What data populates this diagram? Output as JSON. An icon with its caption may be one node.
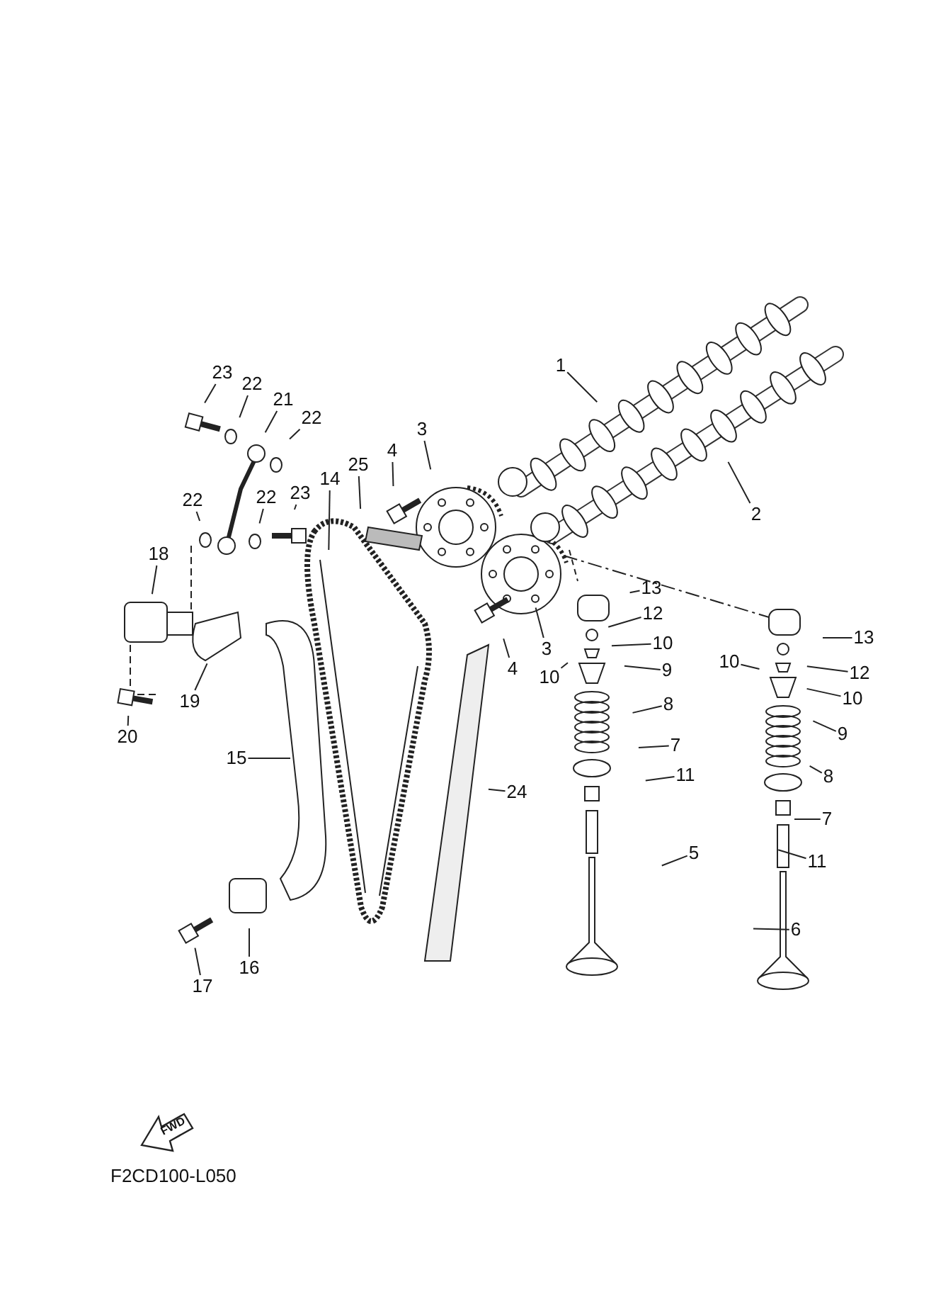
{
  "diagram": {
    "nodes": [
      {
        "text": [
          "23"
        ]
      },
      {
        "text": [
          "1"
        ]
      },
      {
        "text": [
          "22"
        ]
      },
      {
        "text": [
          "21"
        ]
      },
      {
        "text": [
          "22"
        ]
      },
      {
        "text": [
          "3"
        ]
      },
      {
        "text": [
          "4"
        ]
      },
      {
        "text": [
          "25"
        ]
      },
      {
        "text": [
          "14"
        ]
      },
      {
        "text": [
          "22"
        ]
      },
      {
        "text": [
          "22"
        ]
      },
      {
        "text": [
          "23"
        ]
      },
      {
        "text": [
          "2"
        ]
      },
      {
        "text": [
          "18"
        ]
      },
      {
        "text": [
          "13"
        ]
      },
      {
        "text": [
          "12"
        ]
      },
      {
        "text": [
          "13"
        ]
      },
      {
        "text": [
          "10"
        ]
      },
      {
        "text": [
          "3"
        ]
      },
      {
        "text": [
          "10"
        ]
      },
      {
        "text": [
          "4"
        ]
      },
      {
        "text": [
          "9"
        ]
      },
      {
        "text": [
          "12"
        ]
      },
      {
        "text": [
          "10"
        ]
      },
      {
        "text": [
          "10"
        ]
      },
      {
        "text": [
          "19"
        ]
      },
      {
        "text": [
          "8"
        ]
      },
      {
        "text": [
          "20"
        ]
      },
      {
        "text": [
          "9"
        ]
      },
      {
        "text": [
          "7"
        ]
      },
      {
        "text": [
          "15"
        ]
      },
      {
        "text": [
          "11"
        ]
      },
      {
        "text": [
          "8"
        ]
      },
      {
        "text": [
          "24"
        ]
      },
      {
        "text": [
          "7"
        ]
      },
      {
        "text": [
          "5"
        ]
      },
      {
        "text": [
          "11"
        ]
      },
      {
        "text": [
          "6"
        ]
      },
      {
        "text": [
          "17"
        ]
      },
      {
        "text": [
          "16"
        ]
      }
    ],
    "edges": [
      {
        "from": 0,
        "to": null,
        "arrow": "none"
      },
      {
        "from": 1,
        "to": null,
        "arrow": "none"
      },
      {
        "from": 2,
        "to": null,
        "arrow": "none"
      },
      {
        "from": 3,
        "to": null,
        "arrow": "none"
      },
      {
        "from": 4,
        "to": null,
        "arrow": "none"
      },
      {
        "from": 5,
        "to": null,
        "arrow": "none"
      },
      {
        "from": 6,
        "to": null,
        "arrow": "none"
      },
      {
        "from": 7,
        "to": null,
        "arrow": "none"
      },
      {
        "from": 8,
        "to": null,
        "arrow": "none"
      },
      {
        "from": 9,
        "to": null,
        "arrow": "none"
      },
      {
        "from": 10,
        "to": null,
        "arrow": "none"
      },
      {
        "from": 11,
        "to": null,
        "arrow": "none"
      },
      {
        "from": 12,
        "to": null,
        "arrow": "none"
      },
      {
        "from": 13,
        "to": null,
        "arrow": "none"
      },
      {
        "from": 14,
        "to": null,
        "arrow": "none"
      },
      {
        "from": 15,
        "to": null,
        "arrow": "none"
      },
      {
        "from": 16,
        "to": null,
        "arrow": "none"
      },
      {
        "from": 17,
        "to": null,
        "arrow": "none"
      },
      {
        "from": 18,
        "to": null,
        "arrow": "none"
      },
      {
        "from": 19,
        "to": null,
        "arrow": "none"
      },
      {
        "from": 20,
        "to": null,
        "arrow": "none"
      },
      {
        "from": 21,
        "to": null,
        "arrow": "none"
      },
      {
        "from": 22,
        "to": null,
        "arrow": "none"
      },
      {
        "from": 23,
        "to": null,
        "arrow": "none"
      },
      {
        "from": 24,
        "to": null,
        "arrow": "none"
      },
      {
        "from": 25,
        "to": null,
        "arrow": "none"
      },
      {
        "from": 26,
        "to": null,
        "arrow": "none"
      },
      {
        "from": 27,
        "to": null,
        "arrow": "none"
      },
      {
        "from": 28,
        "to": null,
        "arrow": "none"
      },
      {
        "from": 29,
        "to": null,
        "arrow": "none"
      },
      {
        "from": 30,
        "to": null,
        "arrow": "none"
      },
      {
        "from": 31,
        "to": null,
        "arrow": "none"
      },
      {
        "from": 32,
        "to": null,
        "arrow": "none"
      },
      {
        "from": 33,
        "to": null,
        "arrow": "none"
      },
      {
        "from": 34,
        "to": null,
        "arrow": "none"
      },
      {
        "from": 35,
        "to": null,
        "arrow": "none"
      },
      {
        "from": 36,
        "to": null,
        "arrow": "none"
      },
      {
        "from": 37,
        "to": null,
        "arrow": "none"
      },
      {
        "from": 38,
        "to": null,
        "arrow": "none"
      },
      {
        "from": 39,
        "to": null,
        "arrow": "none"
      }
    ],
    "labels": [
      "FWD",
      "F2CD100-L050"
    ]
  }
}
